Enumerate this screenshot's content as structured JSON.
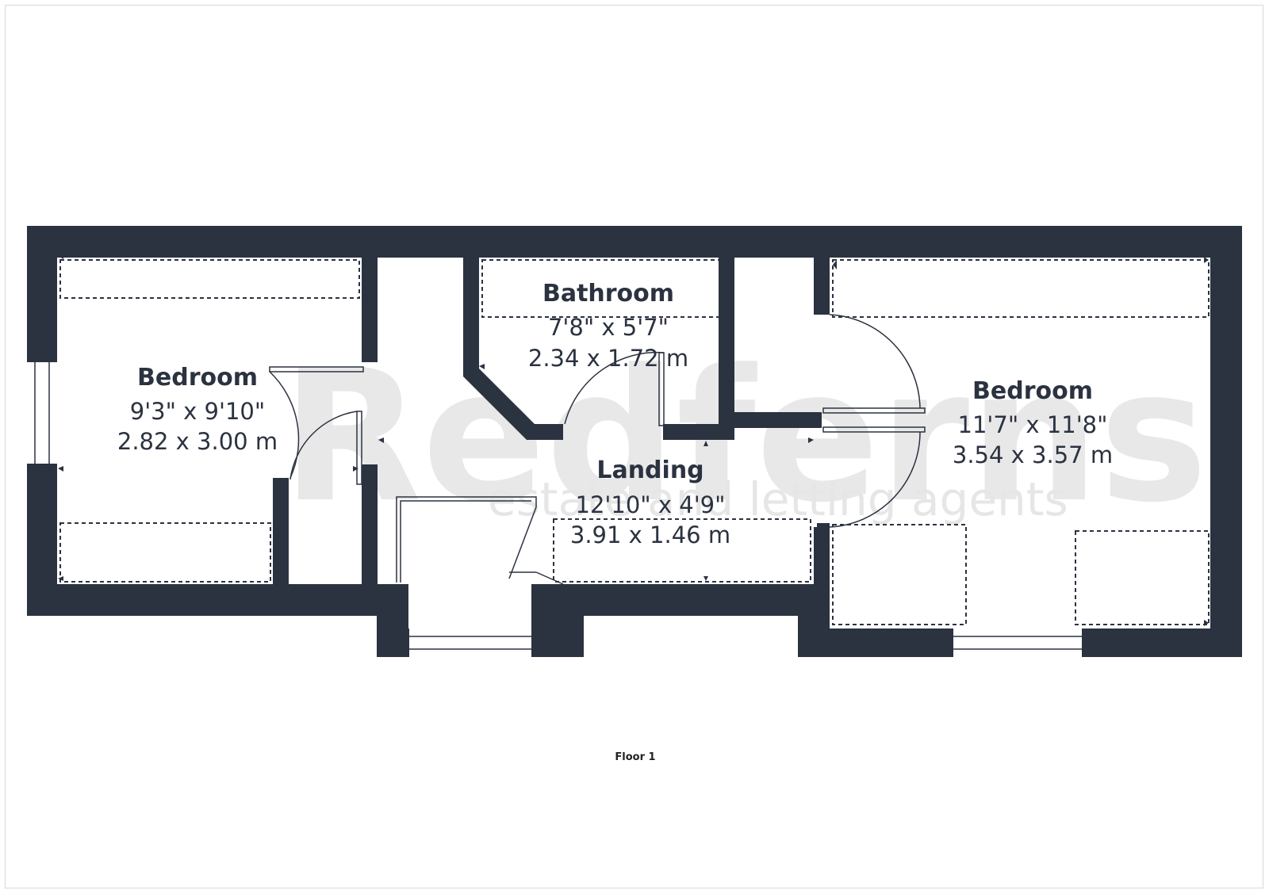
{
  "watermark": {
    "brand": "Redferns",
    "tagline": "estate and letting agents"
  },
  "rooms": {
    "bedroom_left": {
      "name": "Bedroom",
      "imperial": "9'3\" x 9'10\"",
      "metric": "2.82 x 3.00 m"
    },
    "bathroom": {
      "name": "Bathroom",
      "imperial": "7'8\" x 5'7\"",
      "metric": "2.34 x 1.72 m"
    },
    "bedroom_right": {
      "name": "Bedroom",
      "imperial": "11'7\" x 11'8\"",
      "metric": "3.54 x 3.57 m"
    },
    "landing": {
      "name": "Landing",
      "imperial": "12'10\" x 4'9\"",
      "metric": "3.91 x 1.46 m"
    }
  },
  "floor_label": "Floor 1",
  "colors": {
    "wall": "#2b3240",
    "watermark": "#e8e8e8",
    "background": "#ffffff"
  }
}
